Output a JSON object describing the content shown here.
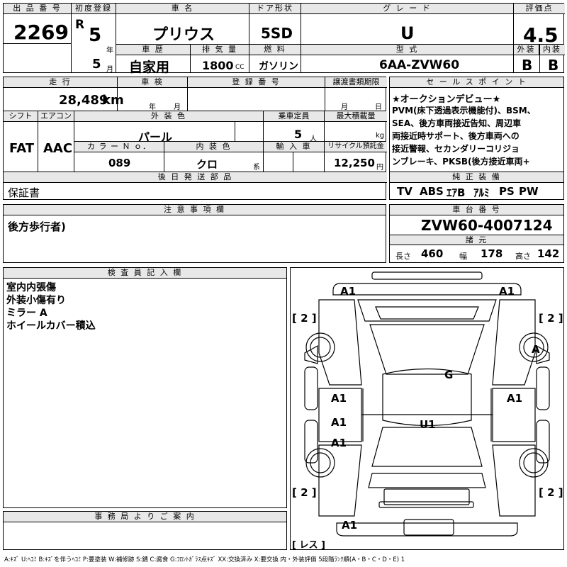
{
  "header": {
    "lot_no_label": "出 品 番 号",
    "lot_no": "2269",
    "first_reg_label": "初度登録",
    "era": "R",
    "year": "5",
    "year_unit": "年",
    "month": "5",
    "month_unit": "月",
    "car_name_label": "車 名",
    "car_name": "プリウス",
    "door_label": "ドア形状",
    "door": "5SD",
    "grade_label": "グ レ ー ド",
    "grade": "U",
    "score_label": "評価点",
    "score": "4.5",
    "history_label": "車 歴",
    "history": "自家用",
    "displacement_label": "排 気 量",
    "displacement": "1800",
    "displacement_unit": "CC",
    "fuel_label": "燃 料",
    "fuel": "ガソリン",
    "model_label": "型 式",
    "model": "6AA-ZVW60",
    "exterior_label": "外装",
    "exterior": "B",
    "interior_label": "内装",
    "interior": "B"
  },
  "row2": {
    "mileage_label": "走 行",
    "mileage": "28,489",
    "mileage_unit": "km",
    "inspection_label": "車 検",
    "year_unit": "年",
    "month_unit": "月",
    "reg_no_label": "登 録 番 号",
    "transfer_label": "譲渡書類期限",
    "transfer_month_unit": "月",
    "transfer_day_unit": "日",
    "shift_label": "シフト",
    "shift": "FAT",
    "ac_label": "エアコン",
    "ac": "AAC",
    "color_label": "外 装 色",
    "color": "パール",
    "capacity_label": "乗車定員",
    "capacity": "5",
    "capacity_unit": "人",
    "load_label": "最大積載量",
    "load_unit": "kg",
    "color_no_label": "カ ラ ー Ｎ ｏ．",
    "color_no": "089",
    "int_color_label": "内 装 色",
    "int_color": "クロ",
    "int_color_unit": "系",
    "import_label": "輸 入 車",
    "recycle_label": "リサイクル預託金",
    "recycle": "12,250",
    "recycle_unit": "円",
    "later_parts_label": "後 日 発 送 部 品",
    "later_parts": "保証書"
  },
  "sales": {
    "label": "セ ー ル ス ポ イ ン ト",
    "lines": [
      "★オークションデビュー★",
      "PVM(床下透過表示機能付)、BSM、",
      "SEA、後方車両接近告知、周辺車",
      "両接近時サポート、後方車両への",
      "接近警報、セカンダリーコリジョ",
      "ンブレーキ、PKSB(後方接近車両+"
    ],
    "equip_label": "純 正 装 備",
    "equip": [
      "TV",
      "ABS",
      "ｴｱB",
      "ｱﾙﾐ",
      "PS",
      "PW"
    ]
  },
  "notes": {
    "label": "注 意 事 項 欄",
    "text": "後方歩行者)"
  },
  "chassis": {
    "label": "車 台 番 号",
    "value": "ZVW60-4007124",
    "spec_label": "諸 元",
    "length_label": "長さ",
    "length": "460",
    "width_label": "幅",
    "width": "178",
    "height_label": "高さ",
    "height": "142"
  },
  "inspector": {
    "label": "検 査 員 記 入 欄",
    "lines": [
      "室内内張傷",
      "外装小傷有り",
      "ミラー A",
      "ホイールカバー積込"
    ]
  },
  "office": {
    "label": "事 務 局 よ り ご 案 内"
  },
  "diagram": {
    "marks": [
      "A1",
      "A1",
      "[ 2 ]",
      "[ 2 ]",
      "A",
      "G",
      "A1",
      "A1",
      "A1",
      "U1",
      "A1",
      "[ 2 ]",
      "[ 2 ]",
      "A1",
      "[ レス ]"
    ]
  },
  "legend": "A:ｷｽﾞ U:ﾍｺﾐ B:ｷｽﾞを伴うﾍｺﾐ P:要塗装 W:補修跡 S:錆 C:腐食 G:ﾌﾛﾝﾄｶﾞﾗｽ点ｷｽﾞ XX:交換済み X:要交換 内・外装評価 5段階ﾗﾝｸ順(A・B・C・D・E) 1"
}
